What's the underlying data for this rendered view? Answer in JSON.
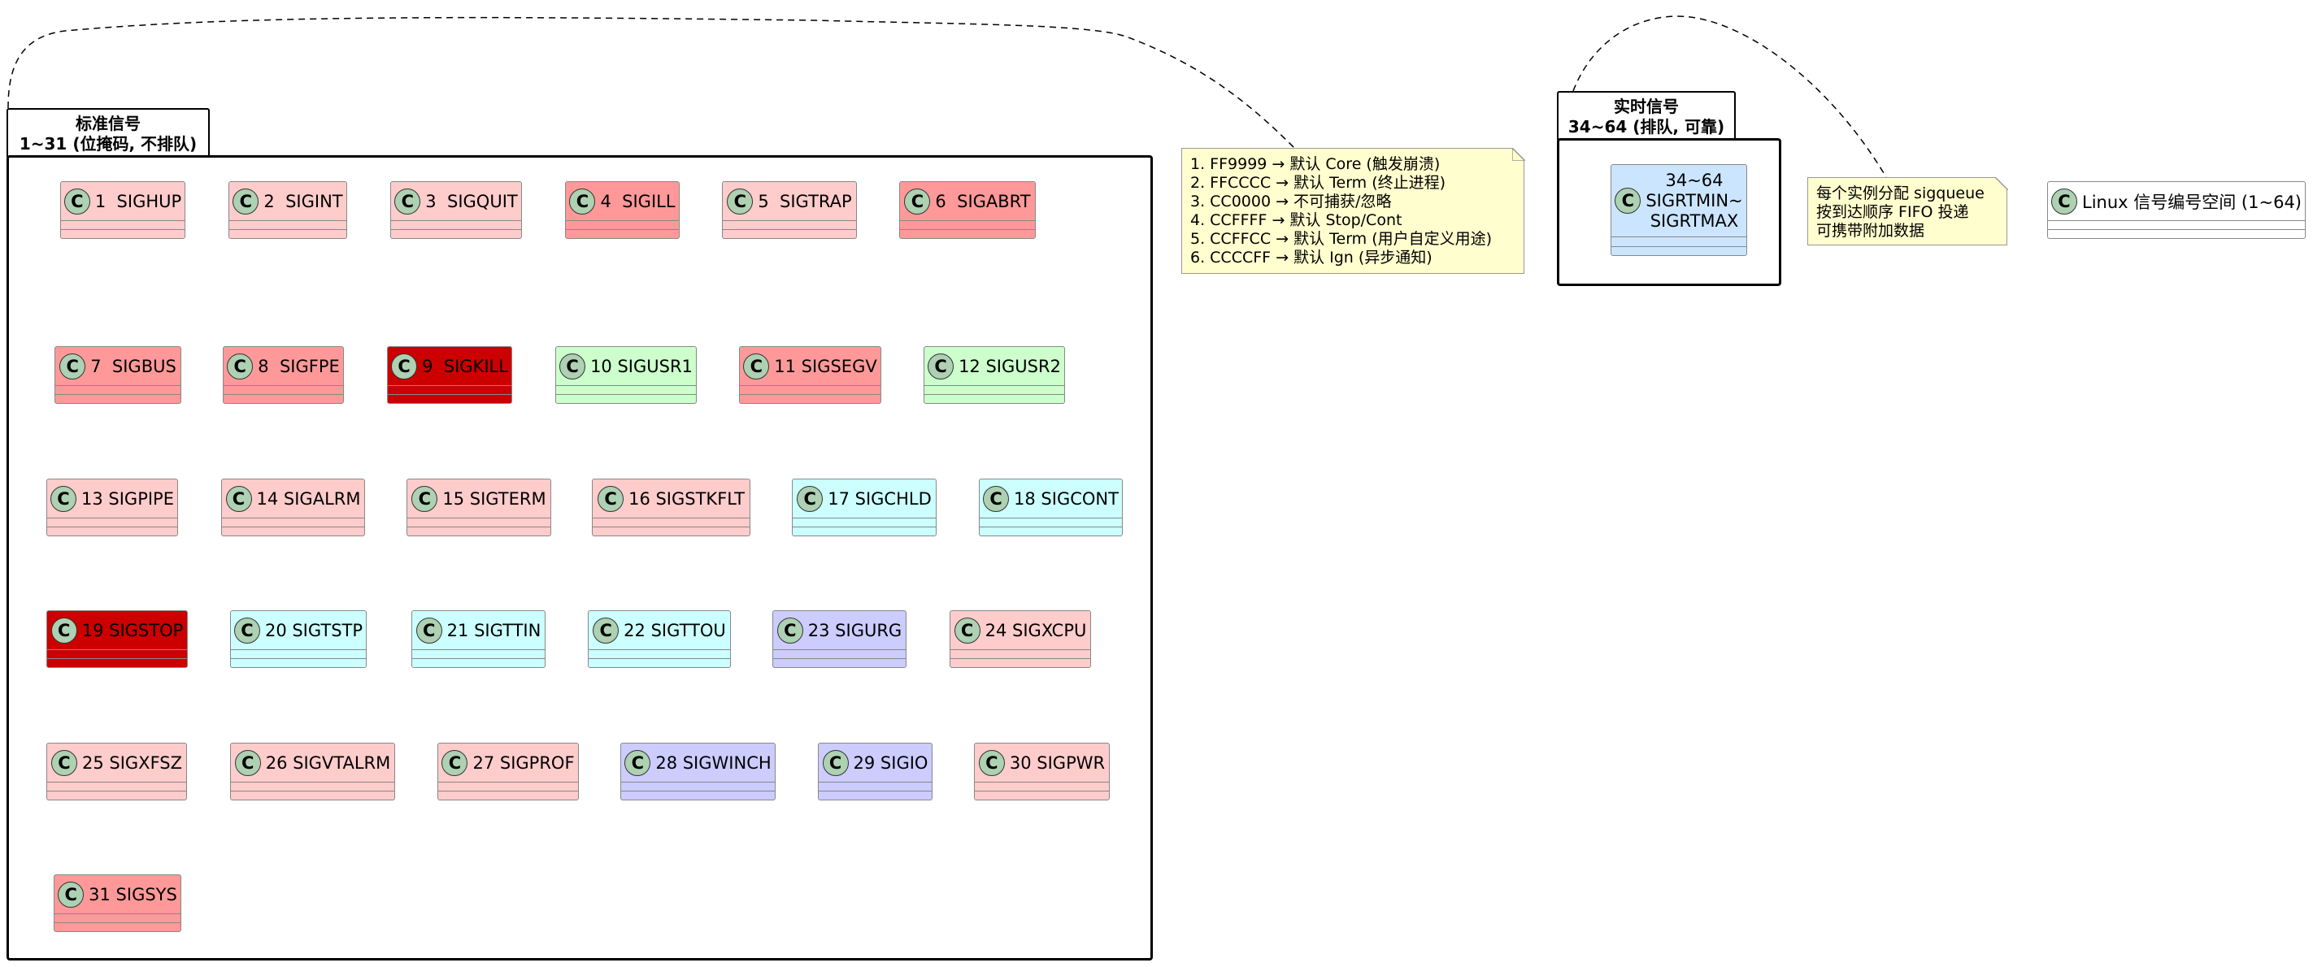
{
  "standard_package": {
    "title_line1": "标准信号",
    "title_line2": "1~31 (位掩码, 不排队)"
  },
  "realtime_package": {
    "title_line1": "实时信号",
    "title_line2": "34~64 (排队, 可靠)",
    "class": {
      "line1": "34~64",
      "line2": "SIGRTMIN~",
      "line3": "SIGRTMAX",
      "color": "#CCE5FF"
    }
  },
  "badge_letter": "C",
  "colors": {
    "core": "#FF9999",
    "term": "#FFCCCC",
    "uncatchable": "#CC0000",
    "stop_cont": "#CCFFFF",
    "user_term": "#CCFFCC",
    "ignore": "#CCCCFF",
    "note_bg": "#FEFECE",
    "badge": "#ADD1B2"
  },
  "signals": [
    {
      "label": "1  SIGHUP",
      "color": "#FFCCCC"
    },
    {
      "label": "2  SIGINT",
      "color": "#FFCCCC"
    },
    {
      "label": "3  SIGQUIT",
      "color": "#FFCCCC"
    },
    {
      "label": "4  SIGILL",
      "color": "#FF9999"
    },
    {
      "label": "5  SIGTRAP",
      "color": "#FFCCCC"
    },
    {
      "label": "6  SIGABRT",
      "color": "#FF9999"
    },
    {
      "label": "7  SIGBUS",
      "color": "#FF9999"
    },
    {
      "label": "8  SIGFPE",
      "color": "#FF9999"
    },
    {
      "label": "9  SIGKILL",
      "color": "#CC0000"
    },
    {
      "label": "10 SIGUSR1",
      "color": "#CCFFCC"
    },
    {
      "label": "11 SIGSEGV",
      "color": "#FF9999"
    },
    {
      "label": "12 SIGUSR2",
      "color": "#CCFFCC"
    },
    {
      "label": "13 SIGPIPE",
      "color": "#FFCCCC"
    },
    {
      "label": "14 SIGALRM",
      "color": "#FFCCCC"
    },
    {
      "label": "15 SIGTERM",
      "color": "#FFCCCC"
    },
    {
      "label": "16 SIGSTKFLT",
      "color": "#FFCCCC"
    },
    {
      "label": "17 SIGCHLD",
      "color": "#CCFFFF"
    },
    {
      "label": "18 SIGCONT",
      "color": "#CCFFFF"
    },
    {
      "label": "19 SIGSTOP",
      "color": "#CC0000"
    },
    {
      "label": "20 SIGTSTP",
      "color": "#CCFFFF"
    },
    {
      "label": "21 SIGTTIN",
      "color": "#CCFFFF"
    },
    {
      "label": "22 SIGTTOU",
      "color": "#CCFFFF"
    },
    {
      "label": "23 SIGURG",
      "color": "#CCCCFF"
    },
    {
      "label": "24 SIGXCPU",
      "color": "#FFCCCC"
    },
    {
      "label": "25 SIGXFSZ",
      "color": "#FFCCCC"
    },
    {
      "label": "26 SIGVTALRM",
      "color": "#FFCCCC"
    },
    {
      "label": "27 SIGPROF",
      "color": "#FFCCCC"
    },
    {
      "label": "28 SIGWINCH",
      "color": "#CCCCFF"
    },
    {
      "label": "29 SIGIO",
      "color": "#CCCCFF"
    },
    {
      "label": "30 SIGPWR",
      "color": "#FFCCCC"
    },
    {
      "label": "31 SIGSYS",
      "color": "#FF9999"
    }
  ],
  "legend_note": {
    "lines": [
      "1. FF9999  → 默认 Core (触发崩溃)",
      "2. FFCCCC  → 默认 Term (终止进程)",
      "3. CC0000  → 不可捕获/忽略",
      "4. CCFFFF  → 默认 Stop/Cont",
      "5. CCFFCC  → 默认 Term (用户自定义用途)",
      "6. CCCCFF  → 默认 Ign (异步通知)"
    ]
  },
  "realtime_note": {
    "lines": [
      "每个实例分配 sigqueue",
      "按到达顺序 FIFO 投递",
      "可携带附加数据"
    ]
  },
  "linux_class": {
    "label": "Linux 信号编号空间 (1~64)",
    "color": "#FFFFFF"
  }
}
